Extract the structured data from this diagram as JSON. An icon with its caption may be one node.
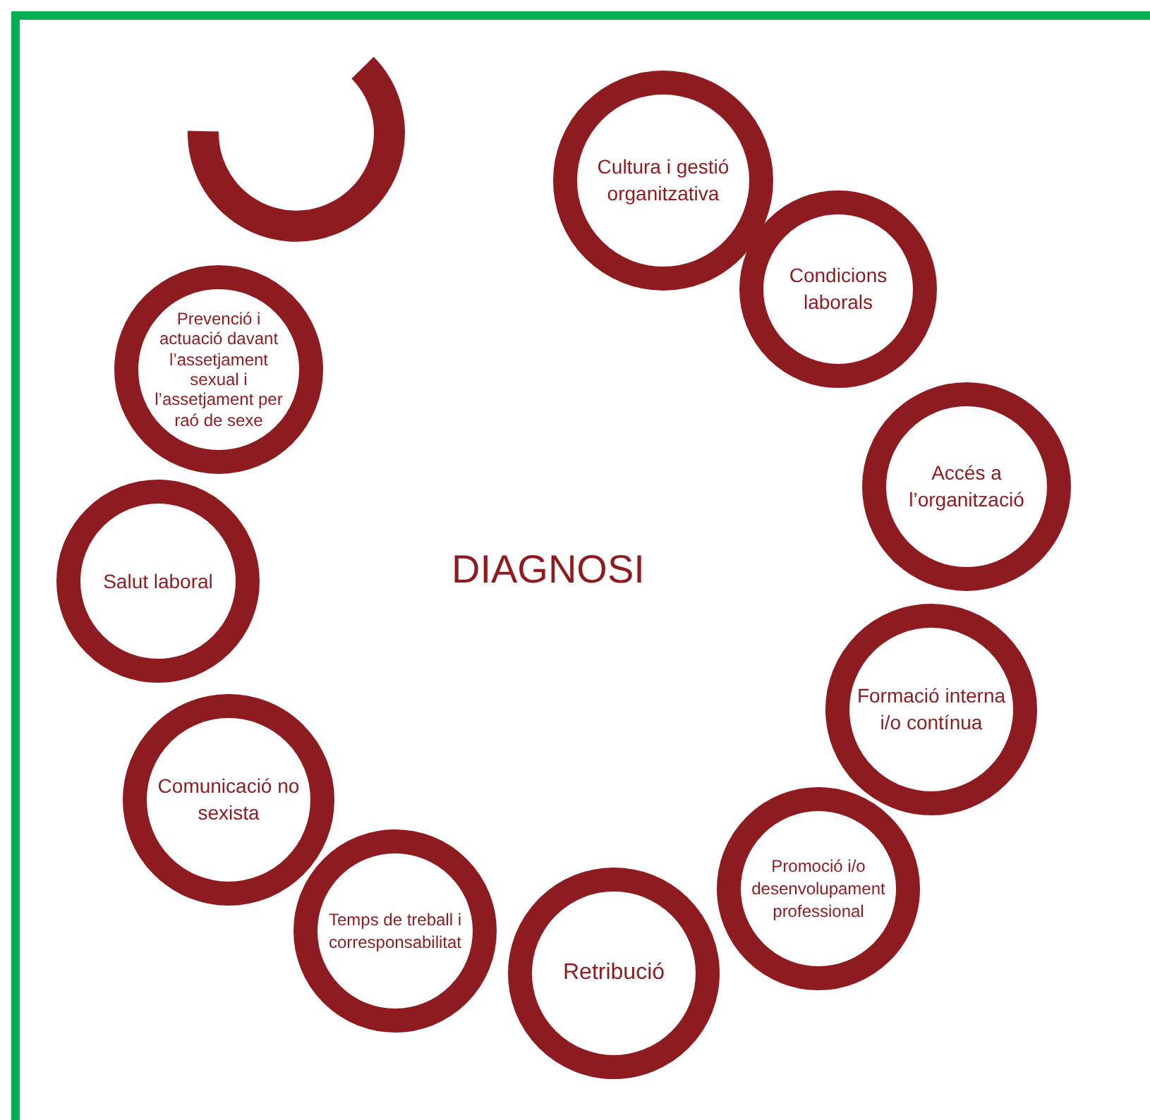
{
  "diagram": {
    "nodes": [
      {
        "text": [
          "Cultura i gestió organitzativa"
        ]
      },
      {
        "text": [
          "Condicions laborals"
        ]
      },
      {
        "text": [
          "Accés a l’organització"
        ]
      },
      {
        "text": [
          "Formació interna i/o contínua"
        ]
      },
      {
        "text": [
          "Promoció i/o desenvolupament professional"
        ]
      },
      {
        "text": [
          "Retribució"
        ]
      },
      {
        "text": [
          "Temps de treball i corresponsabilitat"
        ]
      },
      {
        "text": [
          "Comunicació no sexista"
        ]
      },
      {
        "text": [
          "Salut laboral"
        ]
      },
      {
        "text": [
          "Prevenció i actuació davant l’assetjament sexual i l’assetjament per raó de sexe"
        ]
      }
    ],
    "labels": [
      "DIAGNOSI"
    ]
  }
}
